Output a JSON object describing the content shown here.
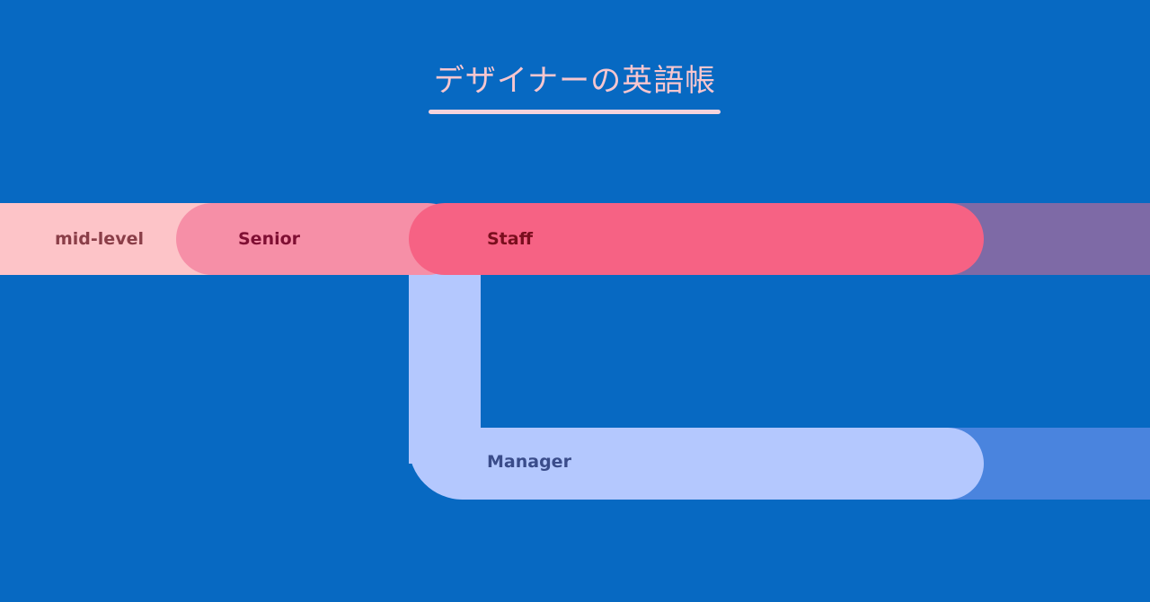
{
  "header": {
    "title": "デザイナーの英語帳"
  },
  "diagram": {
    "nodes": [
      {
        "id": "mid-level",
        "label": "mid-level",
        "color": "#FDC4C8"
      },
      {
        "id": "senior",
        "label": "Senior",
        "color": "#F68FA7"
      },
      {
        "id": "staff",
        "label": "Staff",
        "color": "#F66284"
      },
      {
        "id": "manager",
        "label": "Manager",
        "color": "#B4C8FE"
      }
    ],
    "paths": [
      {
        "from": "mid-level",
        "to": "senior"
      },
      {
        "from": "senior",
        "to": "staff"
      },
      {
        "from": "senior",
        "to": "manager"
      }
    ]
  },
  "colors": {
    "background": "#0769C2",
    "title": "#F7C6CF",
    "staff_track_tail": "#7E6AA6",
    "manager_track_tail": "#4A84DE"
  }
}
